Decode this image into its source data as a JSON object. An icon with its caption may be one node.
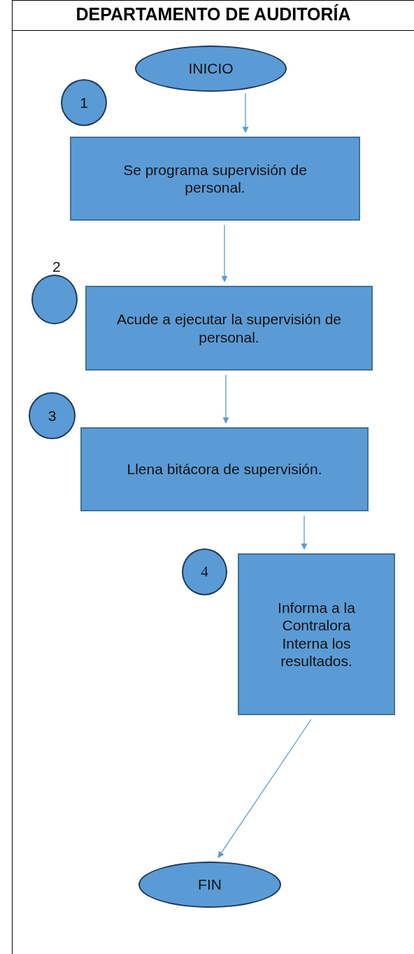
{
  "diagram": {
    "title": "DEPARTAMENTO DE AUDITORÍA",
    "nodes": [
      {
        "text": [
          "INICIO"
        ]
      },
      {
        "text": [
          "1"
        ]
      },
      {
        "text": [
          "Se programa supervisión de personal."
        ]
      },
      {
        "text": [
          "2"
        ]
      },
      {
        "text": [
          "Acude a ejecutar la supervisión de personal."
        ]
      },
      {
        "text": [
          "3"
        ]
      },
      {
        "text": [
          "Llena bitácora de supervisión."
        ]
      },
      {
        "text": [
          "4"
        ]
      },
      {
        "text": [
          "Informa a la Contralora Interna los resultados."
        ]
      },
      {
        "text": [
          "FIN"
        ]
      }
    ],
    "edges": [
      {
        "from": 0,
        "to": 2,
        "arrow": "to"
      },
      {
        "from": 2,
        "to": 4,
        "arrow": "to"
      },
      {
        "from": 4,
        "to": 6,
        "arrow": "to"
      },
      {
        "from": 6,
        "to": 8,
        "arrow": "to"
      },
      {
        "from": 8,
        "to": 9,
        "arrow": "to"
      }
    ]
  }
}
